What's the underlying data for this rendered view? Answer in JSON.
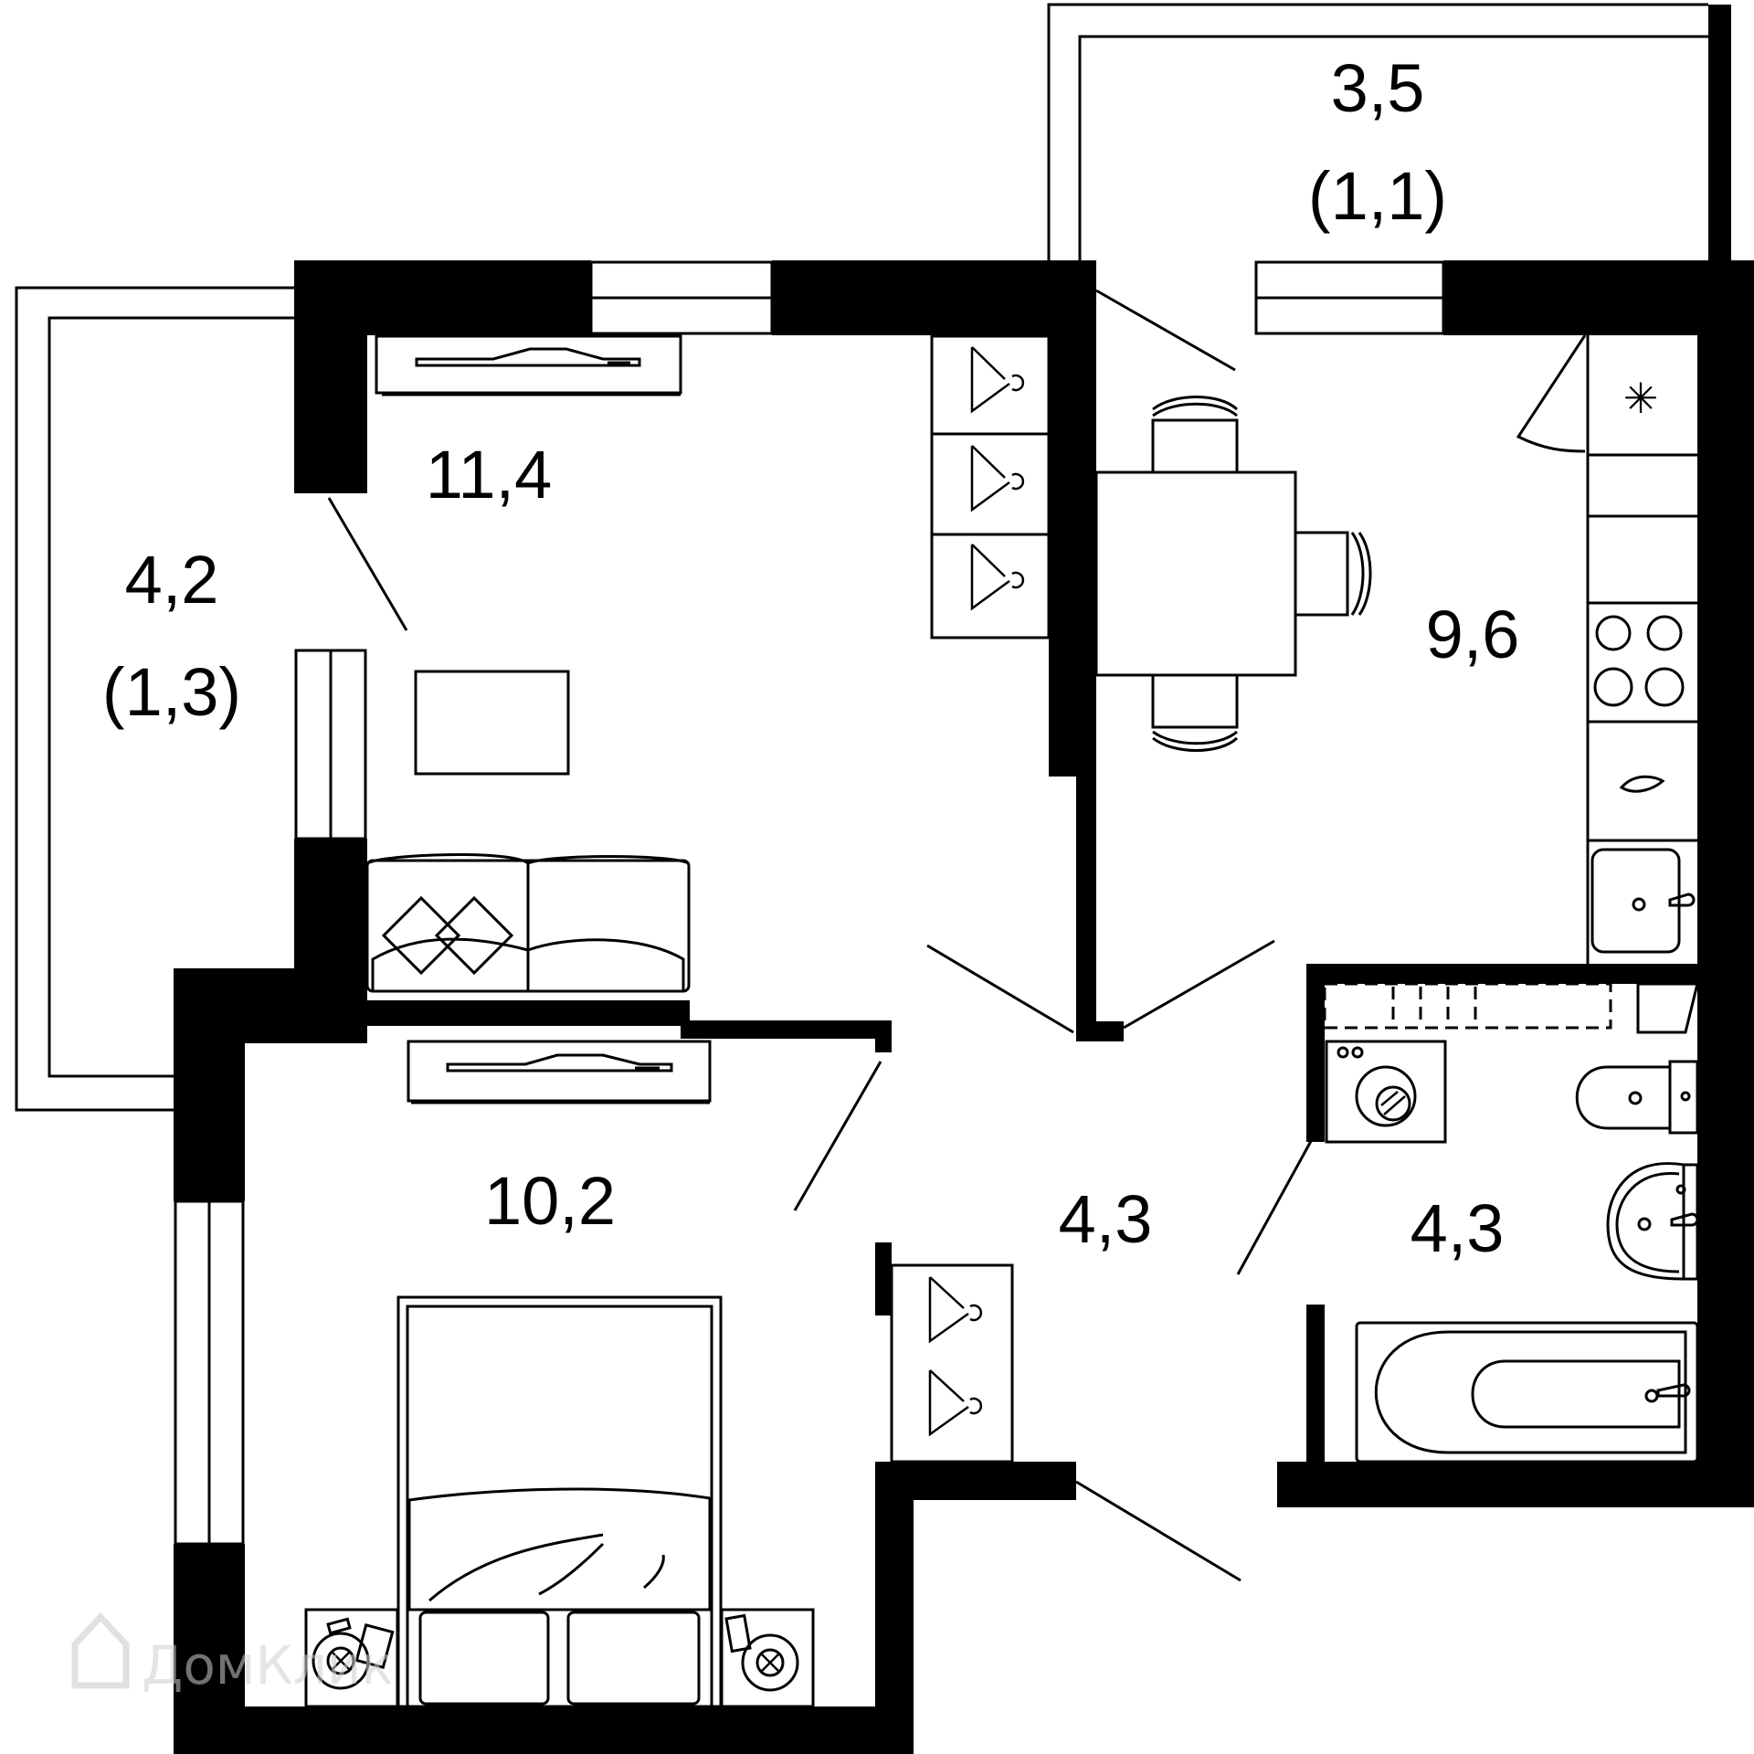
{
  "rooms": {
    "balcony_top": {
      "area": "3,5",
      "area_reduced": "(1,1)"
    },
    "balcony_left": {
      "area": "4,2",
      "area_reduced": "(1,3)"
    },
    "living_room": {
      "area": "11,4"
    },
    "kitchen": {
      "area": "9,6"
    },
    "bedroom": {
      "area": "10,2"
    },
    "hallway": {
      "area": "4,3"
    },
    "bathroom": {
      "area": "4,3"
    }
  },
  "watermark": {
    "text": "ДомКлик",
    "icon": "house-logo-icon"
  },
  "colors": {
    "wall": "#000000",
    "background": "#ffffff",
    "watermark": "#cfcfcf"
  }
}
